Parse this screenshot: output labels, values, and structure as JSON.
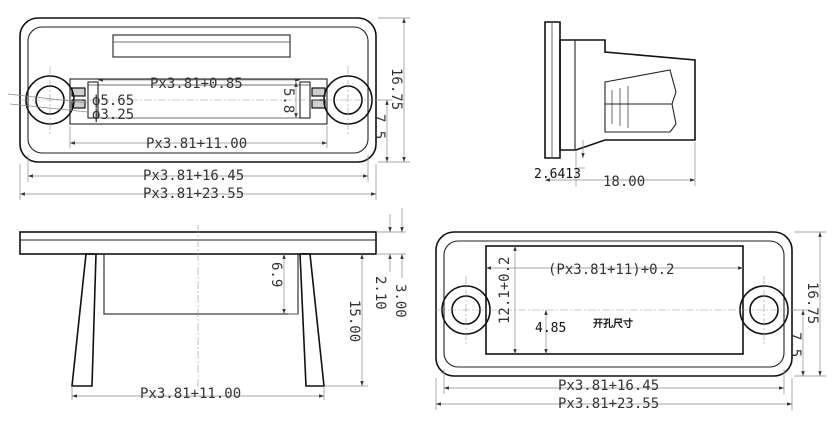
{
  "views": {
    "front_top": {
      "dims": {
        "inner_pitch": "Px3.81+0.85",
        "dia_outer": "ϕ5.65",
        "dia_inner": "ϕ3.25",
        "slot_height": "5.8",
        "inner_width": "Px3.81+11.00",
        "body_width": "Px3.81+16.45",
        "overall_width": "Px3.81+23.55",
        "overall_height": "16.75",
        "hole_offset": "7.5"
      }
    },
    "side": {
      "dims": {
        "thickness": "2.6413",
        "depth": "18.00"
      }
    },
    "bottom_side": {
      "dims": {
        "leg_span": "Px3.81+11.00",
        "height_15": "15.00",
        "height_6_9": "6.9",
        "flange_2_10": "2.10",
        "flange_3_00": "3.00"
      }
    },
    "panel_cutout": {
      "dims": {
        "cutout_width": "(Px3.81+11)+0.2",
        "cutout_height": "12.1+0.2",
        "half_height": "4.85",
        "note": "开孔尺寸",
        "body_width": "Px3.81+16.45",
        "overall_width": "Px3.81+23.55",
        "overall_height": "16.75",
        "hole_offset": "7.5"
      }
    }
  }
}
